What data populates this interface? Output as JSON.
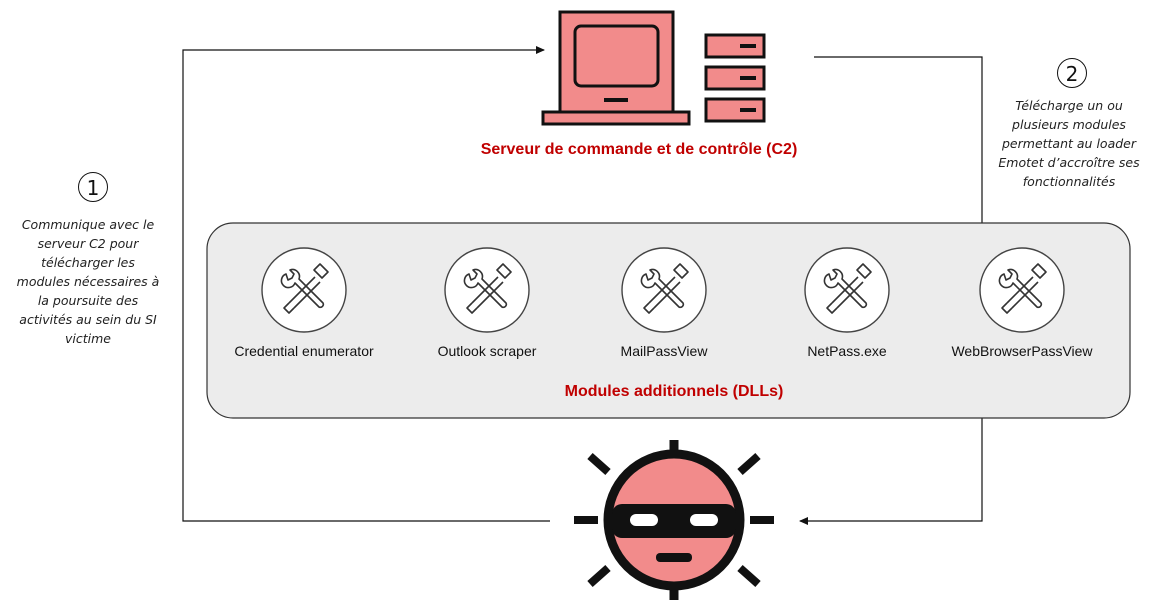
{
  "server": {
    "title": "Serveur de commande et de contrôle (C2)",
    "computer_icon": "computer-icon",
    "server_icon": "server-rack-icon"
  },
  "step1": {
    "number": "1",
    "text_lines": [
      "Communique avec le",
      "serveur C2 pour",
      "télécharger les",
      "modules nécessaires à",
      "la poursuite des",
      "activités au sein du SI",
      "victime"
    ]
  },
  "step2": {
    "number": "2",
    "text_lines": [
      "Télécharge un ou",
      "plusieurs modules",
      "permettant au loader",
      "Emotet d’accroître ses",
      "fonctionnalités"
    ]
  },
  "modules": {
    "title": "Modules additionnels (DLLs)",
    "items": [
      {
        "label": "Credential enumerator",
        "icon": "tools-icon"
      },
      {
        "label": "Outlook scraper",
        "icon": "tools-icon"
      },
      {
        "label": "MailPassView",
        "icon": "tools-icon"
      },
      {
        "label": "NetPass.exe",
        "icon": "tools-icon"
      },
      {
        "label": "WebBrowserPassView",
        "icon": "tools-icon"
      }
    ]
  },
  "malware": {
    "icon": "virus-bandit-icon"
  },
  "colors": {
    "accent_red": "#c00000",
    "icon_pink": "#f28b8b",
    "panel_bg": "#ececec",
    "stroke": "#111111"
  }
}
